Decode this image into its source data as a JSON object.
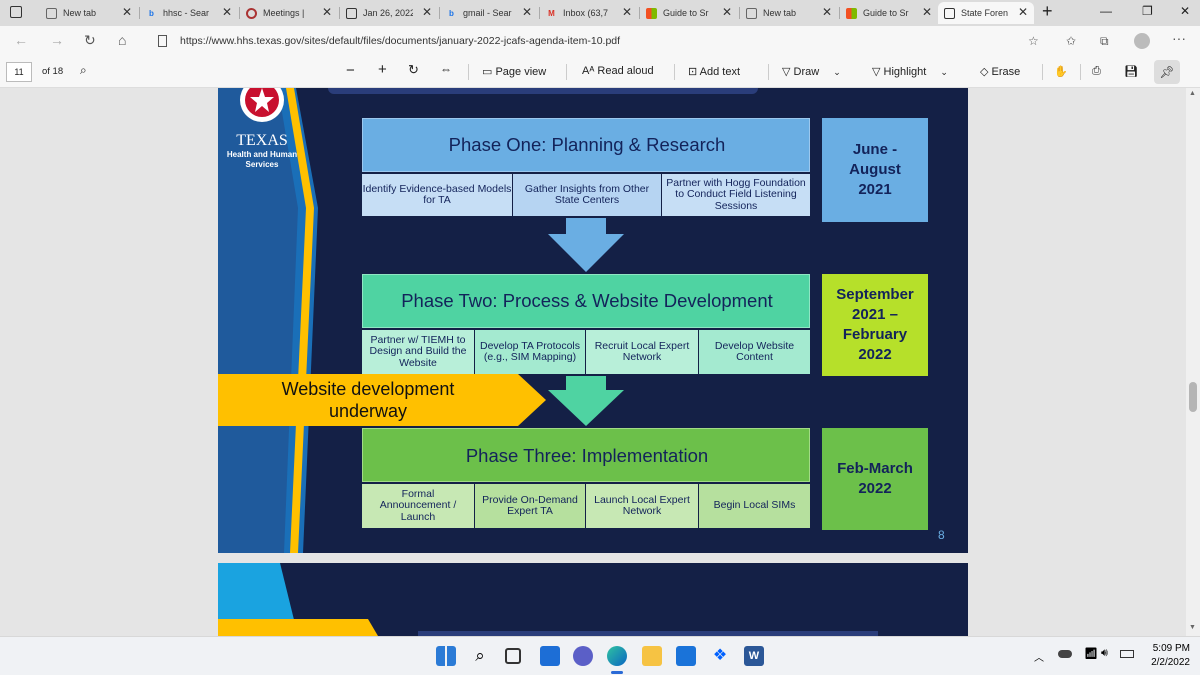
{
  "tabs": [
    {
      "title": "New tab"
    },
    {
      "title": "hhsc - Sear"
    },
    {
      "title": "Meetings |"
    },
    {
      "title": "Jan 26, 2022"
    },
    {
      "title": "gmail - Sear"
    },
    {
      "title": "Inbox (63,7"
    },
    {
      "title": "Guide to Sr"
    },
    {
      "title": "New tab"
    },
    {
      "title": "Guide to Sr"
    },
    {
      "title": "State Foren"
    }
  ],
  "address": {
    "url": "https://www.hhs.texas.gov/sites/default/files/documents/january-2022-jcafs-agenda-item-10.pdf"
  },
  "pdf_toolbar": {
    "page_number": "11",
    "page_count": "of 18",
    "page_view": "Page view",
    "read_aloud": "Read aloud",
    "add_text": "Add text",
    "draw": "Draw",
    "highlight": "Highlight",
    "erase": "Erase"
  },
  "slide": {
    "logo_name": "TEXAS",
    "logo_sub": "Health and Human Services",
    "phase1": {
      "title": "Phase One: Planning & Research",
      "items": [
        "Identify Evidence-based Models for TA",
        "Gather Insights from Other State Centers",
        "Partner with Hogg Foundation to Conduct Field Listening Sessions"
      ],
      "date": "June - August 2021"
    },
    "phase2": {
      "title": "Phase Two: Process & Website Development",
      "items": [
        "Partner w/ TIEMH to Design and Build the Website",
        "Develop TA Protocols (e.g., SIM Mapping)",
        "Recruit Local Expert Network",
        "Develop Website Content"
      ],
      "date": "September 2021 – February 2022"
    },
    "banner": "Website development underway",
    "phase3": {
      "title": "Phase Three: Implementation",
      "items": [
        "Formal Announcement / Launch",
        "Provide On-Demand Expert TA",
        "Launch Local Expert Network",
        "Begin Local SIMs"
      ],
      "date": "Feb-March 2022"
    },
    "page_num": "8"
  },
  "taskbar": {
    "time": "5:09 PM",
    "date": "2/2/2022"
  },
  "colors": {
    "phase1": "#6aaee3",
    "phase2": "#4fd3a2",
    "phase3": "#6cc04a",
    "date2": "#b6e02a",
    "banner": "#ffc000",
    "slide_bg": "#142046"
  }
}
